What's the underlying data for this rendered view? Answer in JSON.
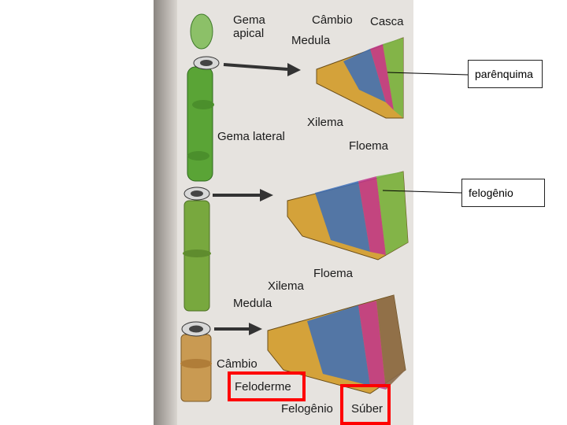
{
  "callouts": {
    "parenquima": "parênquima",
    "felogenio": "felogênio"
  },
  "diagram": {
    "gema_apical": [
      "Gema",
      "apical"
    ],
    "cambio_top": "Câmbio",
    "casca": "Casca",
    "medula_top": "Medula",
    "xilema_top": "Xilema",
    "gema_lateral": "Gema lateral",
    "floema_top": "Floema",
    "floema_bottom": "Floema",
    "xilema_bottom": "Xilema",
    "medula_bottom": "Medula",
    "cambio_bottom": "Câmbio",
    "feloderme": "Feloderme",
    "felogenio": "Felogênio",
    "suber": "Súber"
  },
  "colors": {
    "highlight": "#ff0000",
    "stem_green": "#5aa436",
    "stem_brown": "#c99a52",
    "medulla": "#e0b23a",
    "xylem": "#3c6fb8",
    "phloem": "#c0358c",
    "cortex": "#7ab64a"
  }
}
